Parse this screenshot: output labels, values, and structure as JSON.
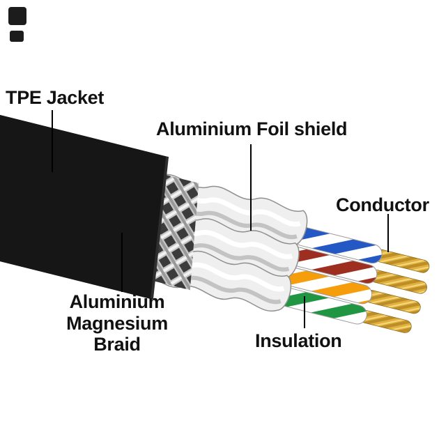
{
  "figure": {
    "kind": "cable-cutaway-diagram",
    "labels": {
      "jacket": "TPE Jacket",
      "foil_shield": "Aluminium Foil shield",
      "conductor": "Conductor",
      "braid_lines": [
        "Aluminium",
        "Magnesium",
        "Braid"
      ],
      "insulation": "Insulation"
    },
    "colors": {
      "background": "#ffffff",
      "jacket": "#161616",
      "braid_base": "#c7c7c7",
      "braid_dark": "#3b3b3b",
      "foil": "#efefef",
      "pair_blue": "#2458c5",
      "pair_red": "#9e2f20",
      "pair_orange": "#f59d0a",
      "pair_green": "#209643",
      "pair_white": "#ffffff",
      "conductor_gold": "#e2b240",
      "label_text": "#111111",
      "leader_line": "#000000"
    }
  }
}
